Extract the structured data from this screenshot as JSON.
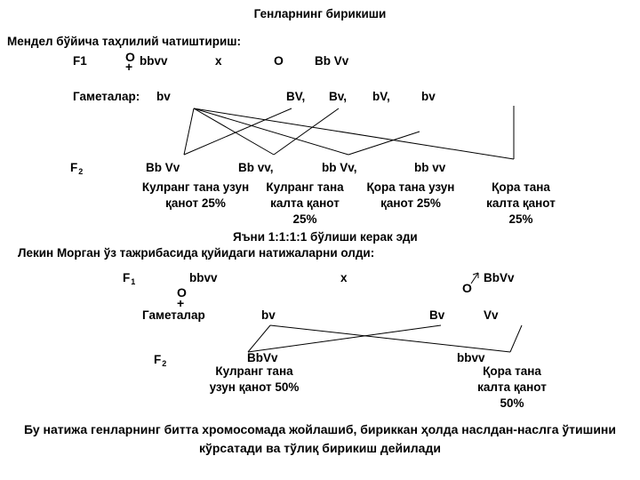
{
  "title": "Генларнинг бирикиши",
  "mendel": {
    "heading": "Мендел бўйича таҳлилий чатиштириш:",
    "f1_label": "F1",
    "f1_female_genotype": "bbvv",
    "cross_symbol": "x",
    "f1_male_genotype": "Bb Vv",
    "gametes_label": "Гаметалар:",
    "gametes_female": "bv",
    "gametes_male": [
      "BV,",
      "Bv,",
      "bV,",
      "bv"
    ],
    "f2_label": "F",
    "f2_sub": "2",
    "f2_genotypes": [
      "Bb Vv",
      "Bb vv,",
      "bb Vv,",
      "bb vv"
    ],
    "f2_phenotypes": [
      "Кулранг тана узун қанот 25%",
      "Кулранг тана калта қанот 25%",
      "Қора тана узун қанот 25%",
      "Қора тана калта қанот 25%"
    ],
    "expectation": "Яъни 1:1:1:1 бўлиши керак эди"
  },
  "morgan": {
    "intro": "Лекин Морган ўз тажрибасида қуйидаги натижаларни олди:",
    "f1_label": "F",
    "f1_sub": "1",
    "f1_female_genotype": "bbvv",
    "cross_symbol": "x",
    "f1_male_genotype": "BbVv",
    "gametes_label": "Гаметалар",
    "gametes_female": "bv",
    "gametes_male": [
      "Bv",
      "Vv"
    ],
    "f2_label": "F",
    "f2_sub": "2",
    "f2_genotypes": [
      "BbVv",
      "bbvv"
    ],
    "f2_phenotypes": [
      "Кулранг тана узун қанот 50%",
      "Қора тана калта қанот 50%"
    ]
  },
  "conclusion": "Бу натижа генларнинг битта хромосомада жойлашиб, бириккан ҳолда наслдан-наслга ўтишини кўрсатади ва тўлиқ бирикиш дейилади"
}
